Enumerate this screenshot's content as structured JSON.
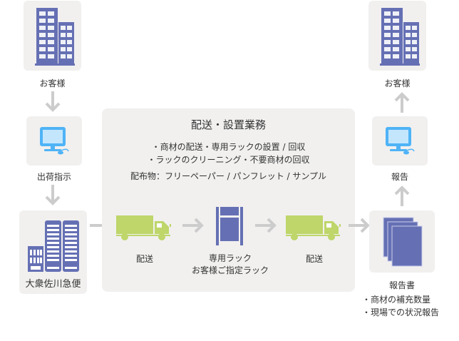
{
  "colors": {
    "building": "#6570b4",
    "monitor": "#4fb3f6",
    "truck": "#bed66a",
    "tile": "#f1f0ef",
    "arrow": "#cccccc",
    "text": "#333333"
  },
  "left_column": {
    "customer_label": "お客様",
    "shipping_instruction_label": "出荷指示",
    "company_label": "大衆佐川急便"
  },
  "panel": {
    "title": "配送・設置業務",
    "bullets": [
      "・商材の配送・専用ラックの設置 / 回収",
      "・ラックのクリーニング・不要商材の回収"
    ],
    "distribution": "配布物：フリーペーパー / パンフレット / サンプル",
    "steps": [
      {
        "icon": "truck-icon",
        "label": "配送"
      },
      {
        "icon": "rack-icon",
        "label_line1": "専用ラック",
        "label_line2": "お客様ご指定ラック"
      },
      {
        "icon": "truck-icon",
        "label": "配送"
      }
    ]
  },
  "right_column": {
    "customer_label": "お客様",
    "report_label": "報告",
    "report_doc_label": "報告書",
    "report_doc_items": [
      "・商材の補充数量",
      "・現場での状況報告"
    ]
  }
}
